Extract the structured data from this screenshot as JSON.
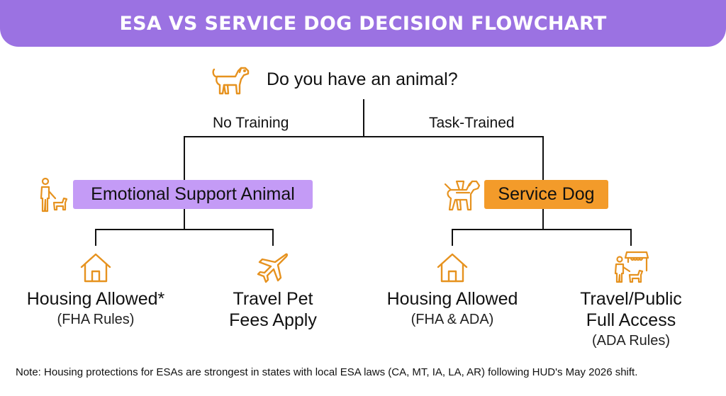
{
  "title": "ESA VS SERVICE DOG DECISION FLOWCHART",
  "root": {
    "question": "Do you have an animal?",
    "icon": "dog-icon"
  },
  "branches": {
    "left_label": "No Training",
    "right_label": "Task-Trained"
  },
  "esa": {
    "label": "Emotional Support Animal",
    "icon": "person-with-dog-icon",
    "color": "#c49bf6",
    "leaves": [
      {
        "title": "Housing Allowed*",
        "sub": "(FHA Rules)",
        "icon": "house-icon"
      },
      {
        "title_line1": "Travel Pet",
        "title_line2": "Fees Apply",
        "icon": "airplane-icon"
      }
    ]
  },
  "service_dog": {
    "label": "Service Dog",
    "icon": "service-dog-harness-icon",
    "color": "#f39b2a",
    "leaves": [
      {
        "title": "Housing Allowed",
        "sub": "(FHA & ADA)",
        "icon": "house-icon"
      },
      {
        "title_line1": "Travel/Public",
        "title_line2": "Full Access",
        "sub": "(ADA Rules)",
        "icon": "store-person-dog-icon"
      }
    ]
  },
  "note": "Note: Housing protections for ESAs are strongest in states with local ESA laws (CA, MT, IA, LA, AR) following HUD's May 2026 shift.",
  "colors": {
    "banner": "#9b72e2",
    "icon_stroke": "#e6921f"
  }
}
